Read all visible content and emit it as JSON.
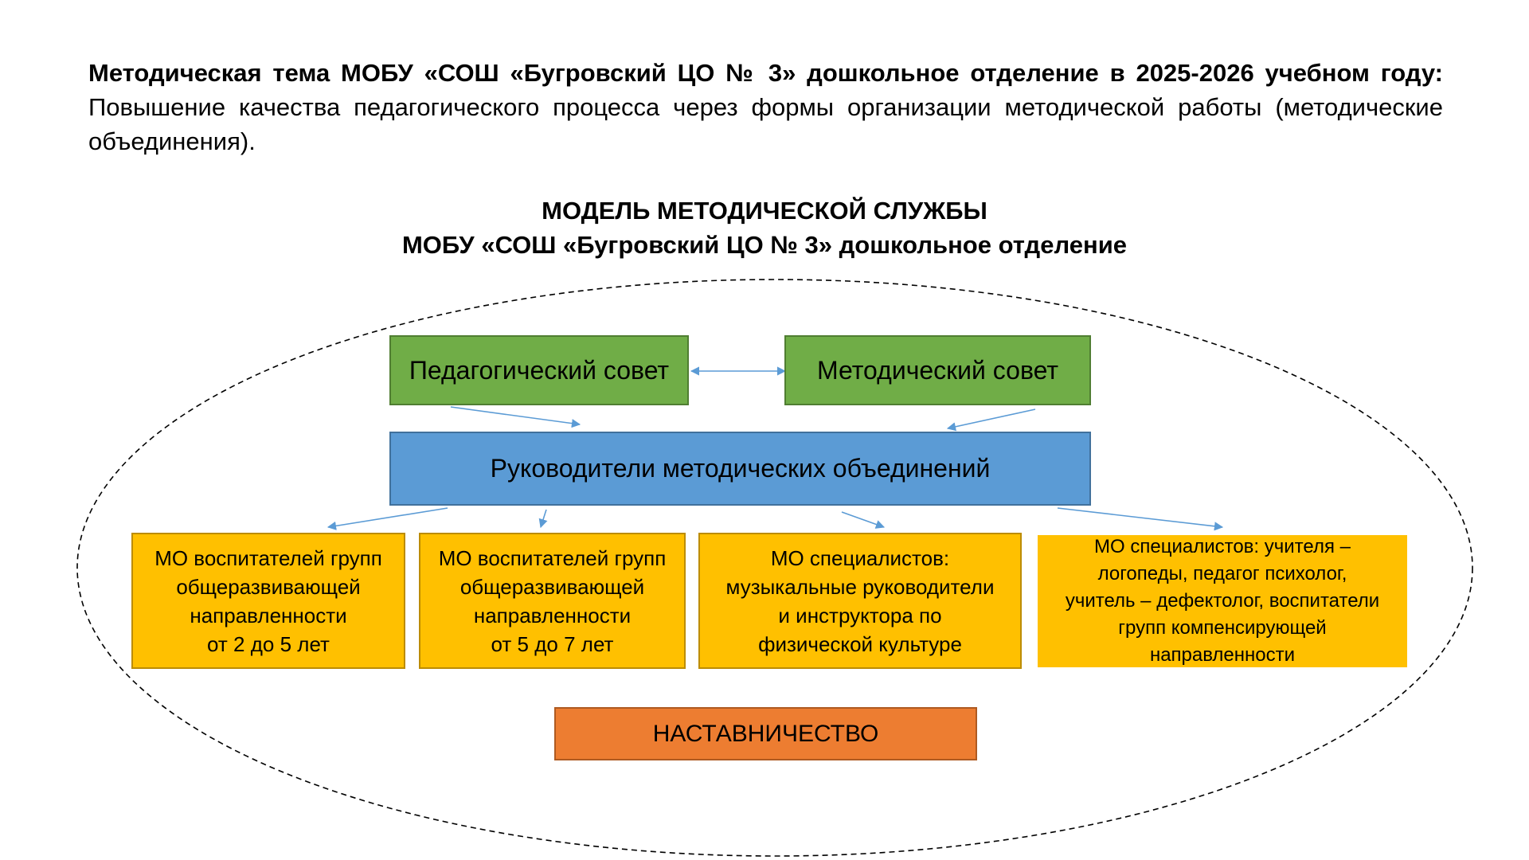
{
  "intro": {
    "lead": "Методическая тема МОБУ «СОШ «Бугровский ЦО № 3» дошкольное отделение в 2025-2026 учебном году:",
    "text": "Повышение качества педагогического процесса через формы организации методической работы (методические объединения)."
  },
  "diagram": {
    "title_line1": "МОДЕЛЬ МЕТОДИЧЕСКОЙ СЛУЖБЫ",
    "title_line2": "МОБУ «СОШ «Бугровский ЦО № 3» дошкольное отделение",
    "pedagogical_council": "Педагогический совет",
    "methodical_council": "Методический совет",
    "heads": "Руководители методических объединений",
    "mo_boxes": [
      "МО воспитателей групп\nобщеразвивающей\nнаправленности\nот 2 до 5 лет",
      "МО воспитателей групп\nобщеразвивающей\nнаправленности\nот 5 до 7 лет",
      "МО специалистов:\nмузыкальные руководители\nи инструктора по\nфизической культуре",
      "МО специалистов: учителя –\nлогопеды, педагог психолог,\nучитель – дефектолог, воспитатели\nгрупп компенсирующей\nнаправленности"
    ],
    "mentoring": "НАСТАВНИЧЕСТВО"
  },
  "colors": {
    "green": "#70ad47",
    "blue": "#5b9bd5",
    "yellow": "#ffc000",
    "orange": "#ed7d31",
    "arrow": "#5b9bd5"
  }
}
